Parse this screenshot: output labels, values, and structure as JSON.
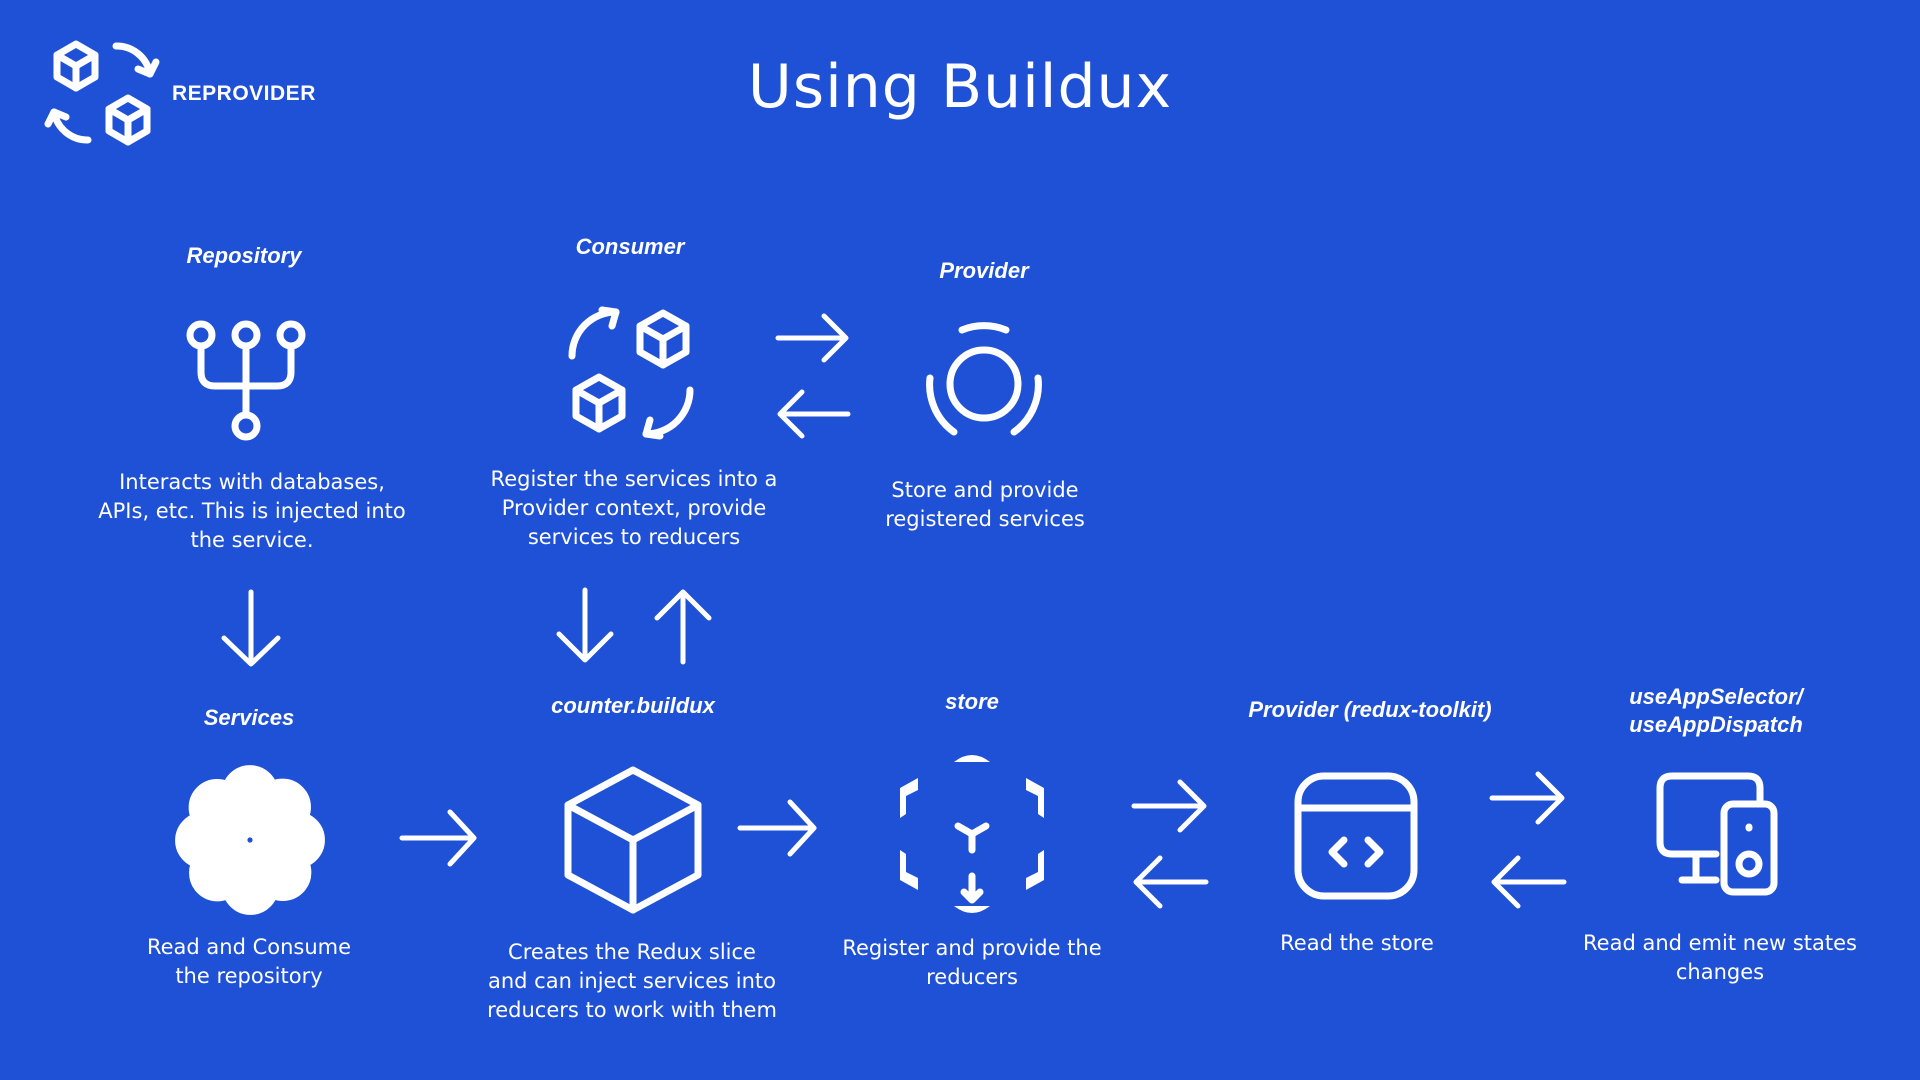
{
  "title": "Using Buildux",
  "brand": {
    "name": "REPROVIDER",
    "icon": "reprovider-logo-icon"
  },
  "colors": {
    "background": "#1f51d6",
    "foreground": "#ffffff"
  },
  "nodes": {
    "repository": {
      "heading": "Repository",
      "description": "Interacts with databases, APIs, etc. This is injected into the service.",
      "icon": "git-fork-icon"
    },
    "consumer": {
      "heading": "Consumer",
      "description": "Register the services into a Provider context, provide services to reducers",
      "icon": "cubes-exchange-icon"
    },
    "provider": {
      "heading": "Provider",
      "description": "Store and provide registered services",
      "icon": "ring-icon"
    },
    "services": {
      "heading": "Services",
      "description": "Read and Consume the repository",
      "icon": "gear-icon"
    },
    "counter_buildux": {
      "heading": "counter.buildux",
      "description": "Creates the Redux slice and can inject services into reducers to work with them",
      "icon": "cube-icon"
    },
    "store": {
      "heading": "store",
      "description": "Register and provide the reducers",
      "icon": "cube-scan-icon"
    },
    "provider_redux": {
      "heading": "Provider (redux-toolkit)",
      "description": "Read the store",
      "icon": "code-window-icon"
    },
    "hooks": {
      "heading": "useAppSelector/ useAppDispatch",
      "description": "Read and emit new states changes",
      "icon": "desktop-speaker-icon"
    }
  }
}
